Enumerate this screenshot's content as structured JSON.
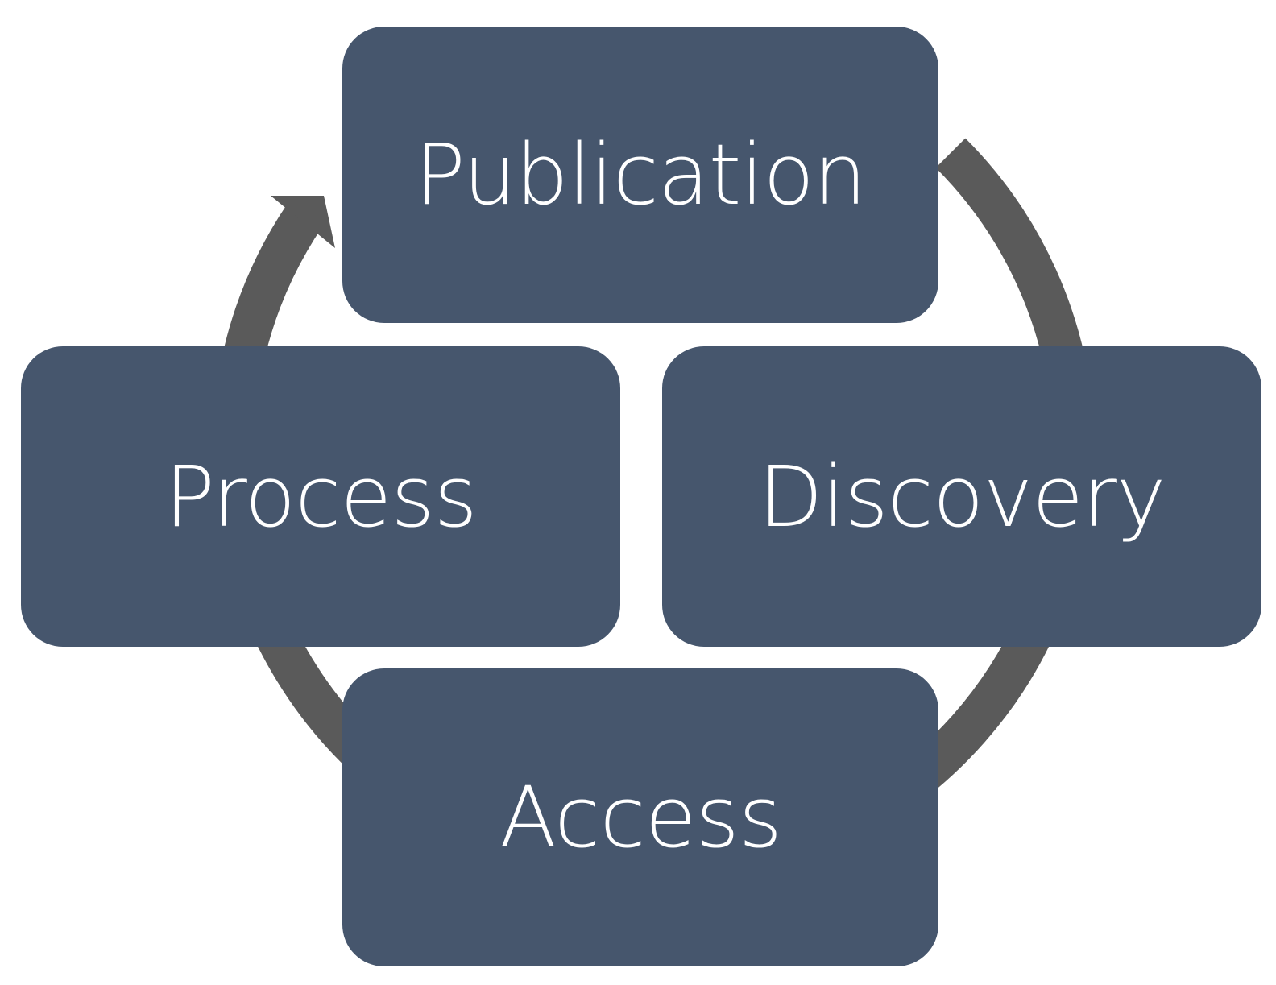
{
  "diagram": {
    "type": "cycle",
    "direction": "clockwise",
    "colors": {
      "box_fill": "#46566d",
      "label_text": "#ffffff",
      "ring": "#5a5a5a",
      "background": "#ffffff"
    },
    "stages": [
      {
        "id": "publication",
        "label": "Publication"
      },
      {
        "id": "discovery",
        "label": "Discovery"
      },
      {
        "id": "access",
        "label": "Access"
      },
      {
        "id": "process",
        "label": "Process"
      }
    ],
    "connector": {
      "style": "ring-arrow",
      "arrowhead_target": "Publication",
      "icon": "cycle-arrow-icon"
    }
  }
}
